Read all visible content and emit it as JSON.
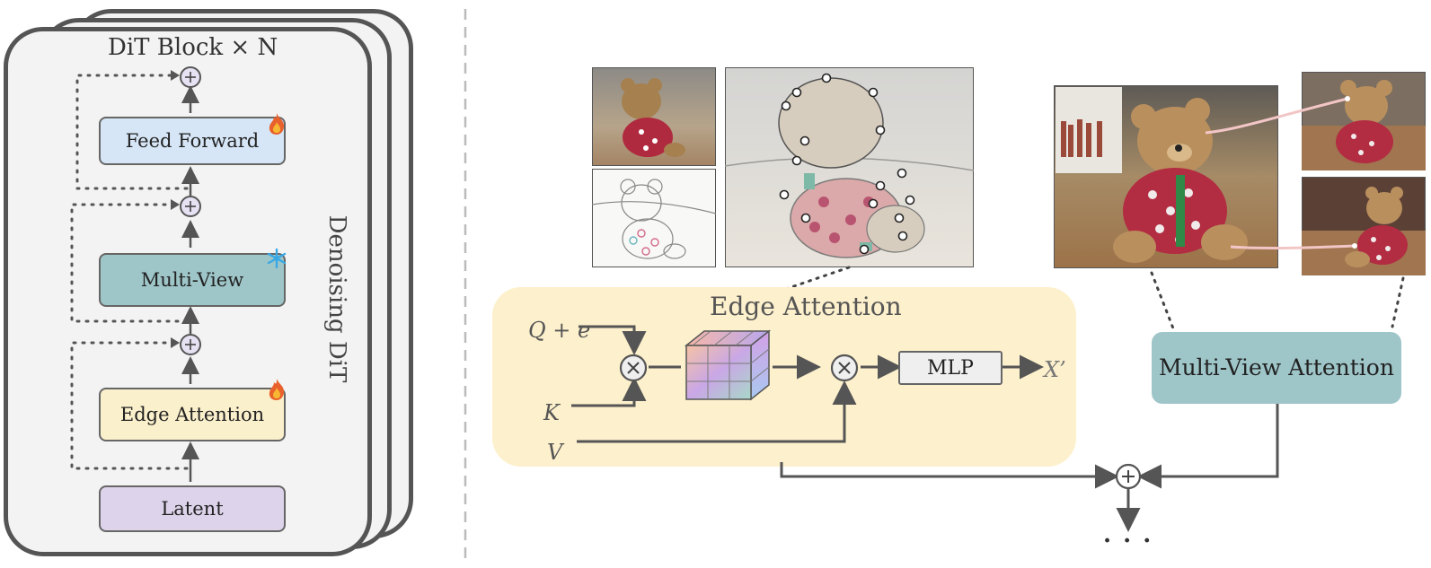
{
  "left_panel": {
    "title": "DiT Block × N",
    "side_label": "Denoising DiT",
    "blocks": {
      "feed_forward": "Feed Forward",
      "multi_view": "Multi-View",
      "edge_attention": "Edge Attention",
      "latent": "Latent"
    }
  },
  "edge_attention_panel": {
    "title": "Edge Attention",
    "q_label": "Q + e",
    "k_label": "K",
    "v_label": "V",
    "mlp_label": "MLP",
    "output_label": "X’"
  },
  "multi_view_attention": {
    "label": "Multi-View Attention"
  },
  "bottom_ellipsis": "· · ·",
  "colors": {
    "feed_forward": "#d6e6f6",
    "multi_view": "#9ec5c8",
    "edge_attention": "#fbf0cc",
    "latent": "#ddd3ea",
    "panel_bg": "#f3f3f3",
    "edge_panel_bg": "#fdf0cc",
    "mv_attention_bg": "#9ec5c8",
    "fire_icon": "#e8612c",
    "snowflake_icon": "#39a9e6"
  }
}
